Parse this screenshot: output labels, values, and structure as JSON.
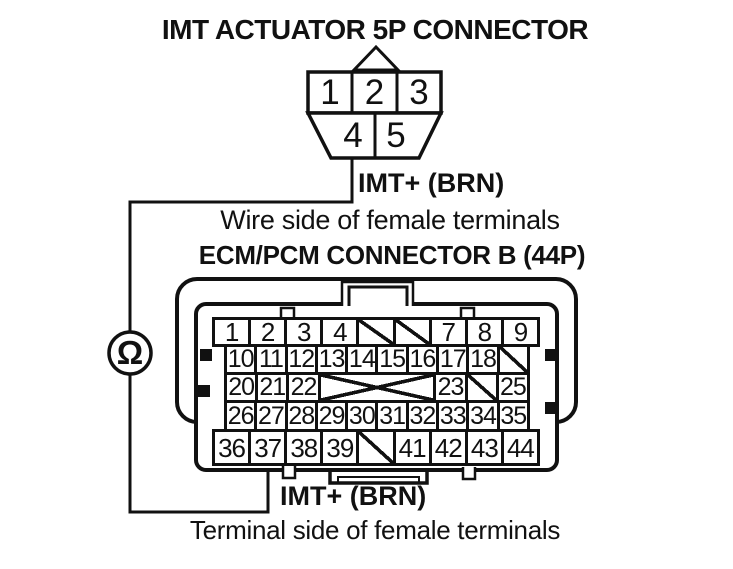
{
  "imt_connector": {
    "title": "IMT ACTUATOR 5P CONNECTOR",
    "pins": [
      "1",
      "2",
      "3",
      "4",
      "5"
    ],
    "wire_label": "IMT+ (BRN)",
    "caption": "Wire side of female terminals"
  },
  "ohmmeter": {
    "symbol": "Ω"
  },
  "ecm_connector": {
    "title": "ECM/PCM CONNECTOR B (44P)",
    "wire_label": "IMT+ (BRN)",
    "caption": "Terminal side of female terminals",
    "rows": [
      {
        "cells": [
          {
            "n": "1"
          },
          {
            "n": "2"
          },
          {
            "n": "3"
          },
          {
            "n": "4"
          },
          {
            "blocked": "slash"
          },
          {
            "blocked": "slash"
          },
          {
            "n": "7"
          },
          {
            "n": "8"
          },
          {
            "n": "9"
          }
        ]
      },
      {
        "cells": [
          {
            "n": "10"
          },
          {
            "n": "11"
          },
          {
            "n": "12"
          },
          {
            "n": "13"
          },
          {
            "n": "14"
          },
          {
            "n": "15"
          },
          {
            "n": "16"
          },
          {
            "n": "17"
          },
          {
            "n": "18"
          },
          {
            "blocked": "slash"
          }
        ]
      },
      {
        "cells": [
          {
            "n": "20"
          },
          {
            "n": "21"
          },
          {
            "n": "22"
          },
          {
            "blocked": "cross",
            "span": 4
          },
          {
            "n": "23"
          },
          {
            "blocked": "slash"
          },
          {
            "n": "25"
          }
        ]
      },
      {
        "cells": [
          {
            "n": "26"
          },
          {
            "n": "27"
          },
          {
            "n": "28"
          },
          {
            "n": "29"
          },
          {
            "n": "30"
          },
          {
            "n": "31"
          },
          {
            "n": "32"
          },
          {
            "n": "33"
          },
          {
            "n": "34"
          },
          {
            "n": "35"
          }
        ]
      },
      {
        "cells": [
          {
            "n": "36"
          },
          {
            "n": "37"
          },
          {
            "n": "38"
          },
          {
            "n": "39"
          },
          {
            "blocked": "slash"
          },
          {
            "n": "41"
          },
          {
            "n": "42"
          },
          {
            "n": "43"
          },
          {
            "n": "44"
          }
        ]
      }
    ]
  },
  "colors": {
    "ink": "#111111",
    "paper": "#ffffff"
  }
}
